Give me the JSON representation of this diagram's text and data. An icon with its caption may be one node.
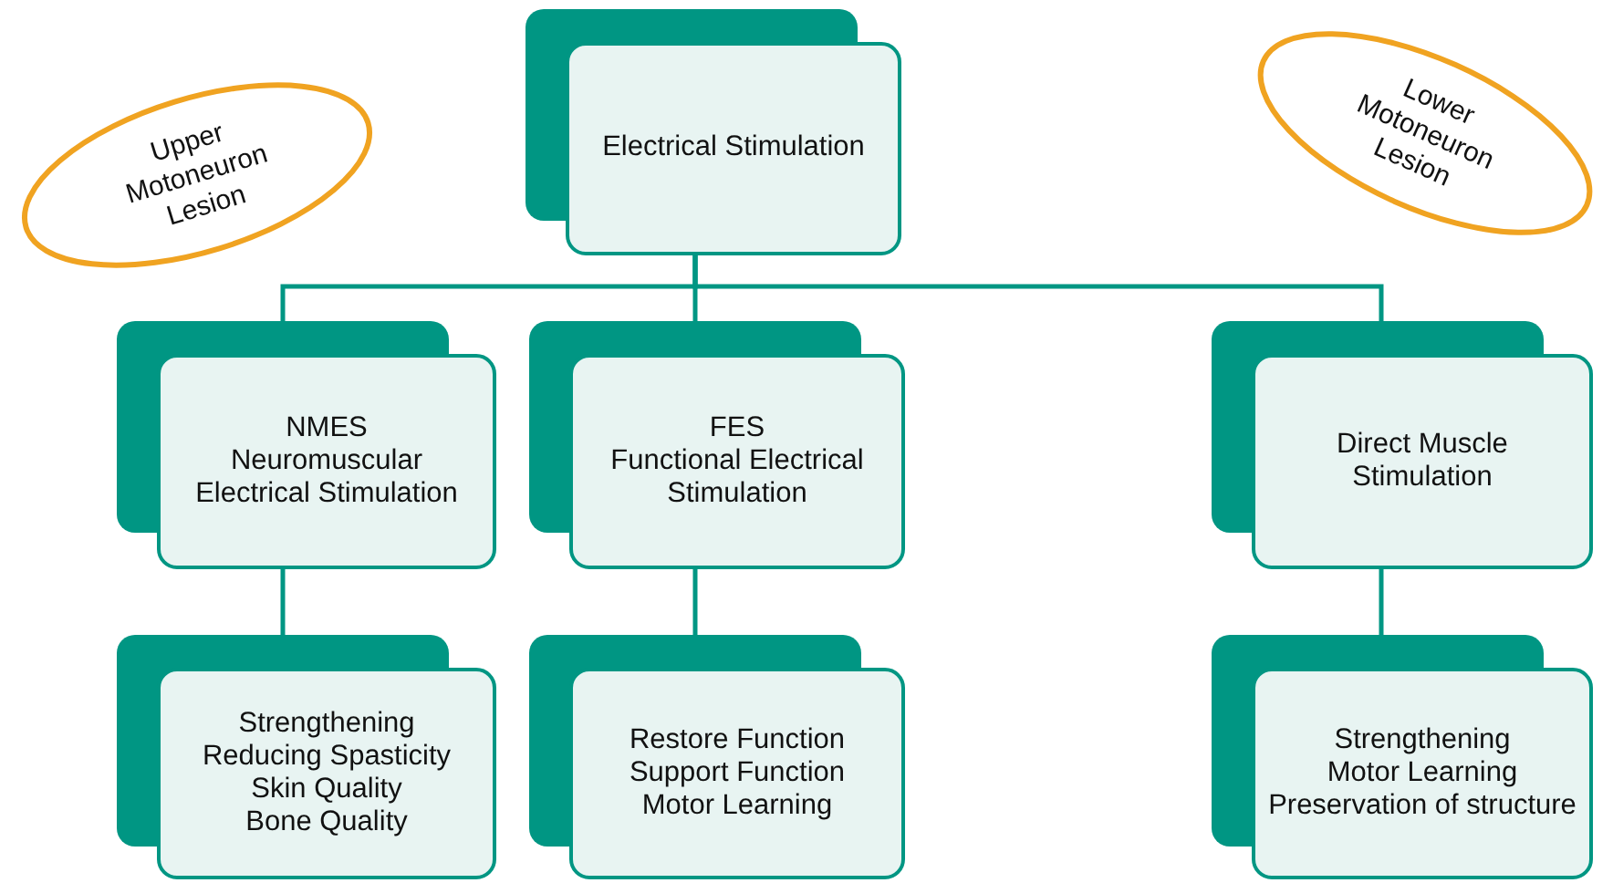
{
  "diagram": {
    "nodes": [
      {
        "text": [
          "Upper Motoneuron Lesion"
        ]
      },
      {
        "text": [
          "Electrical Stimulation"
        ]
      },
      {
        "text": [
          "NMES",
          "Neuromuscular Electrical Stimulation"
        ]
      },
      {
        "text": [
          "FES",
          "Functional Electrical Stimulation"
        ]
      },
      {
        "text": [
          "Direct Muscle Stimulation"
        ]
      },
      {
        "text": [
          "Strengthening",
          "Reducing Spasticity",
          "Skin Quality",
          "Bone Quality"
        ]
      },
      {
        "text": [
          "Restore Function",
          "Support Function",
          "Motor Learning"
        ]
      },
      {
        "text": [
          "Strengthening",
          "Motor Learning",
          "Preservation of structure"
        ]
      },
      {
        "text": [
          "Lower Motoneuron Lesion"
        ]
      }
    ],
    "edges": [
      {
        "from": 1,
        "to": 2,
        "arrow": "none"
      },
      {
        "from": 1,
        "to": 3,
        "arrow": "none"
      },
      {
        "from": 1,
        "to": 4,
        "arrow": "none"
      },
      {
        "from": 2,
        "to": 5,
        "arrow": "none"
      },
      {
        "from": 3,
        "to": 6,
        "arrow": "none"
      },
      {
        "from": 4,
        "to": 7,
        "arrow": "none"
      }
    ]
  }
}
